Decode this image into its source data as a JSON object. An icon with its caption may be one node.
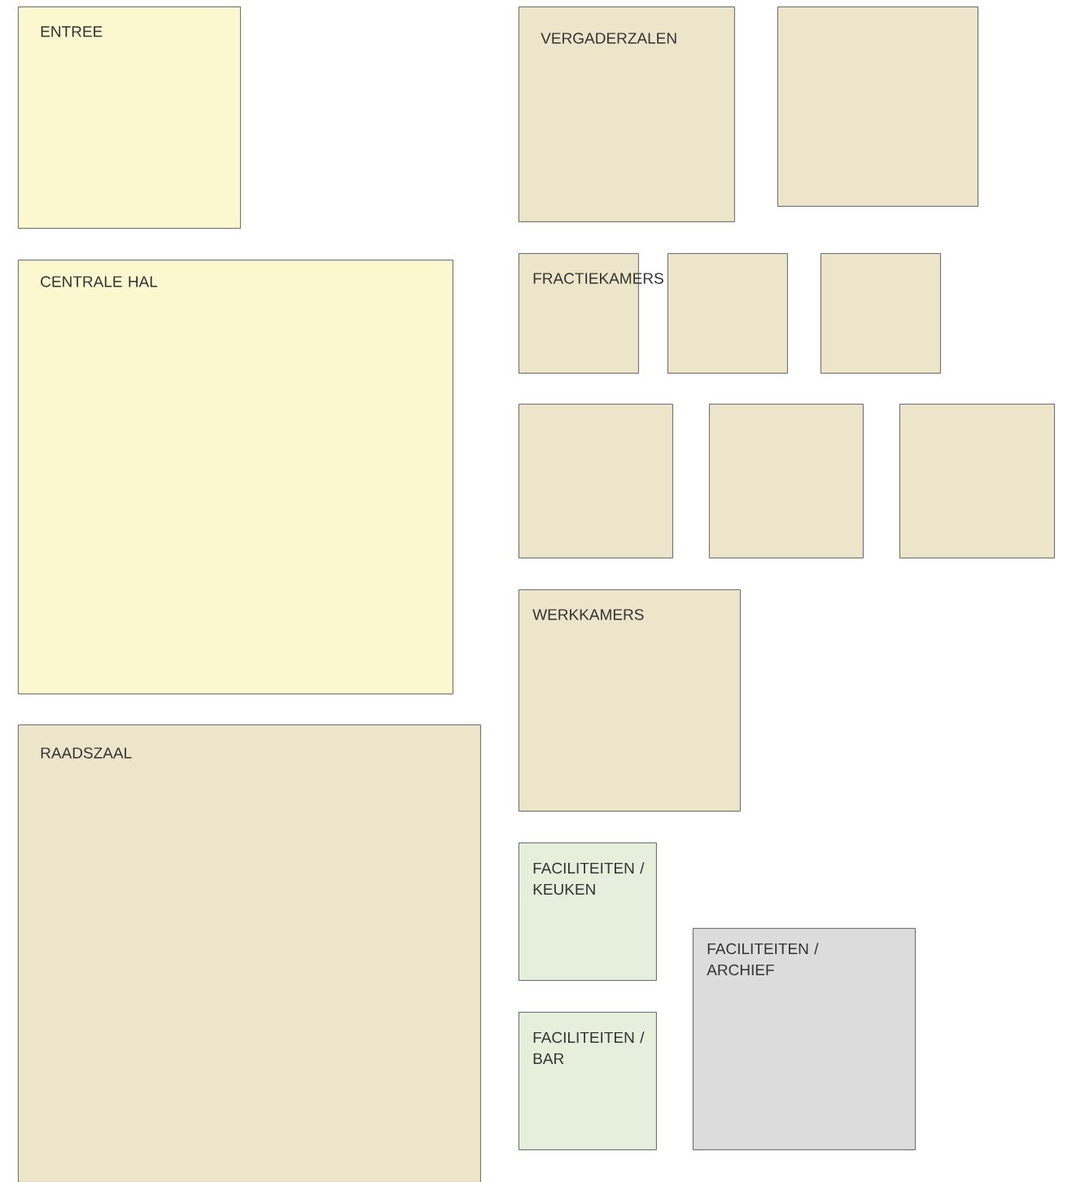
{
  "diagram": {
    "nodes": [
      {
        "text": [
          "ENTREE"
        ]
      },
      {
        "text": [
          "VERGADERZALEN"
        ]
      },
      {
        "text": [],
        "shape": "box"
      },
      {
        "text": [
          "CENTRALE HAL"
        ]
      },
      {
        "text": [
          "FRACTIEKAMERS"
        ]
      },
      {
        "text": [],
        "shape": "box"
      },
      {
        "text": [],
        "shape": "box"
      },
      {
        "text": [],
        "shape": "box"
      },
      {
        "text": [],
        "shape": "box"
      },
      {
        "text": [],
        "shape": "box"
      },
      {
        "text": [
          "WERKKAMERS"
        ]
      },
      {
        "text": [
          "RAADSZAAL"
        ]
      },
      {
        "text": [
          "FACILITEITEN / KEUKEN"
        ]
      },
      {
        "text": [
          "FACILITEITEN / ARCHIEF"
        ]
      },
      {
        "text": [
          "FACILITEITEN / BAR"
        ]
      }
    ]
  }
}
